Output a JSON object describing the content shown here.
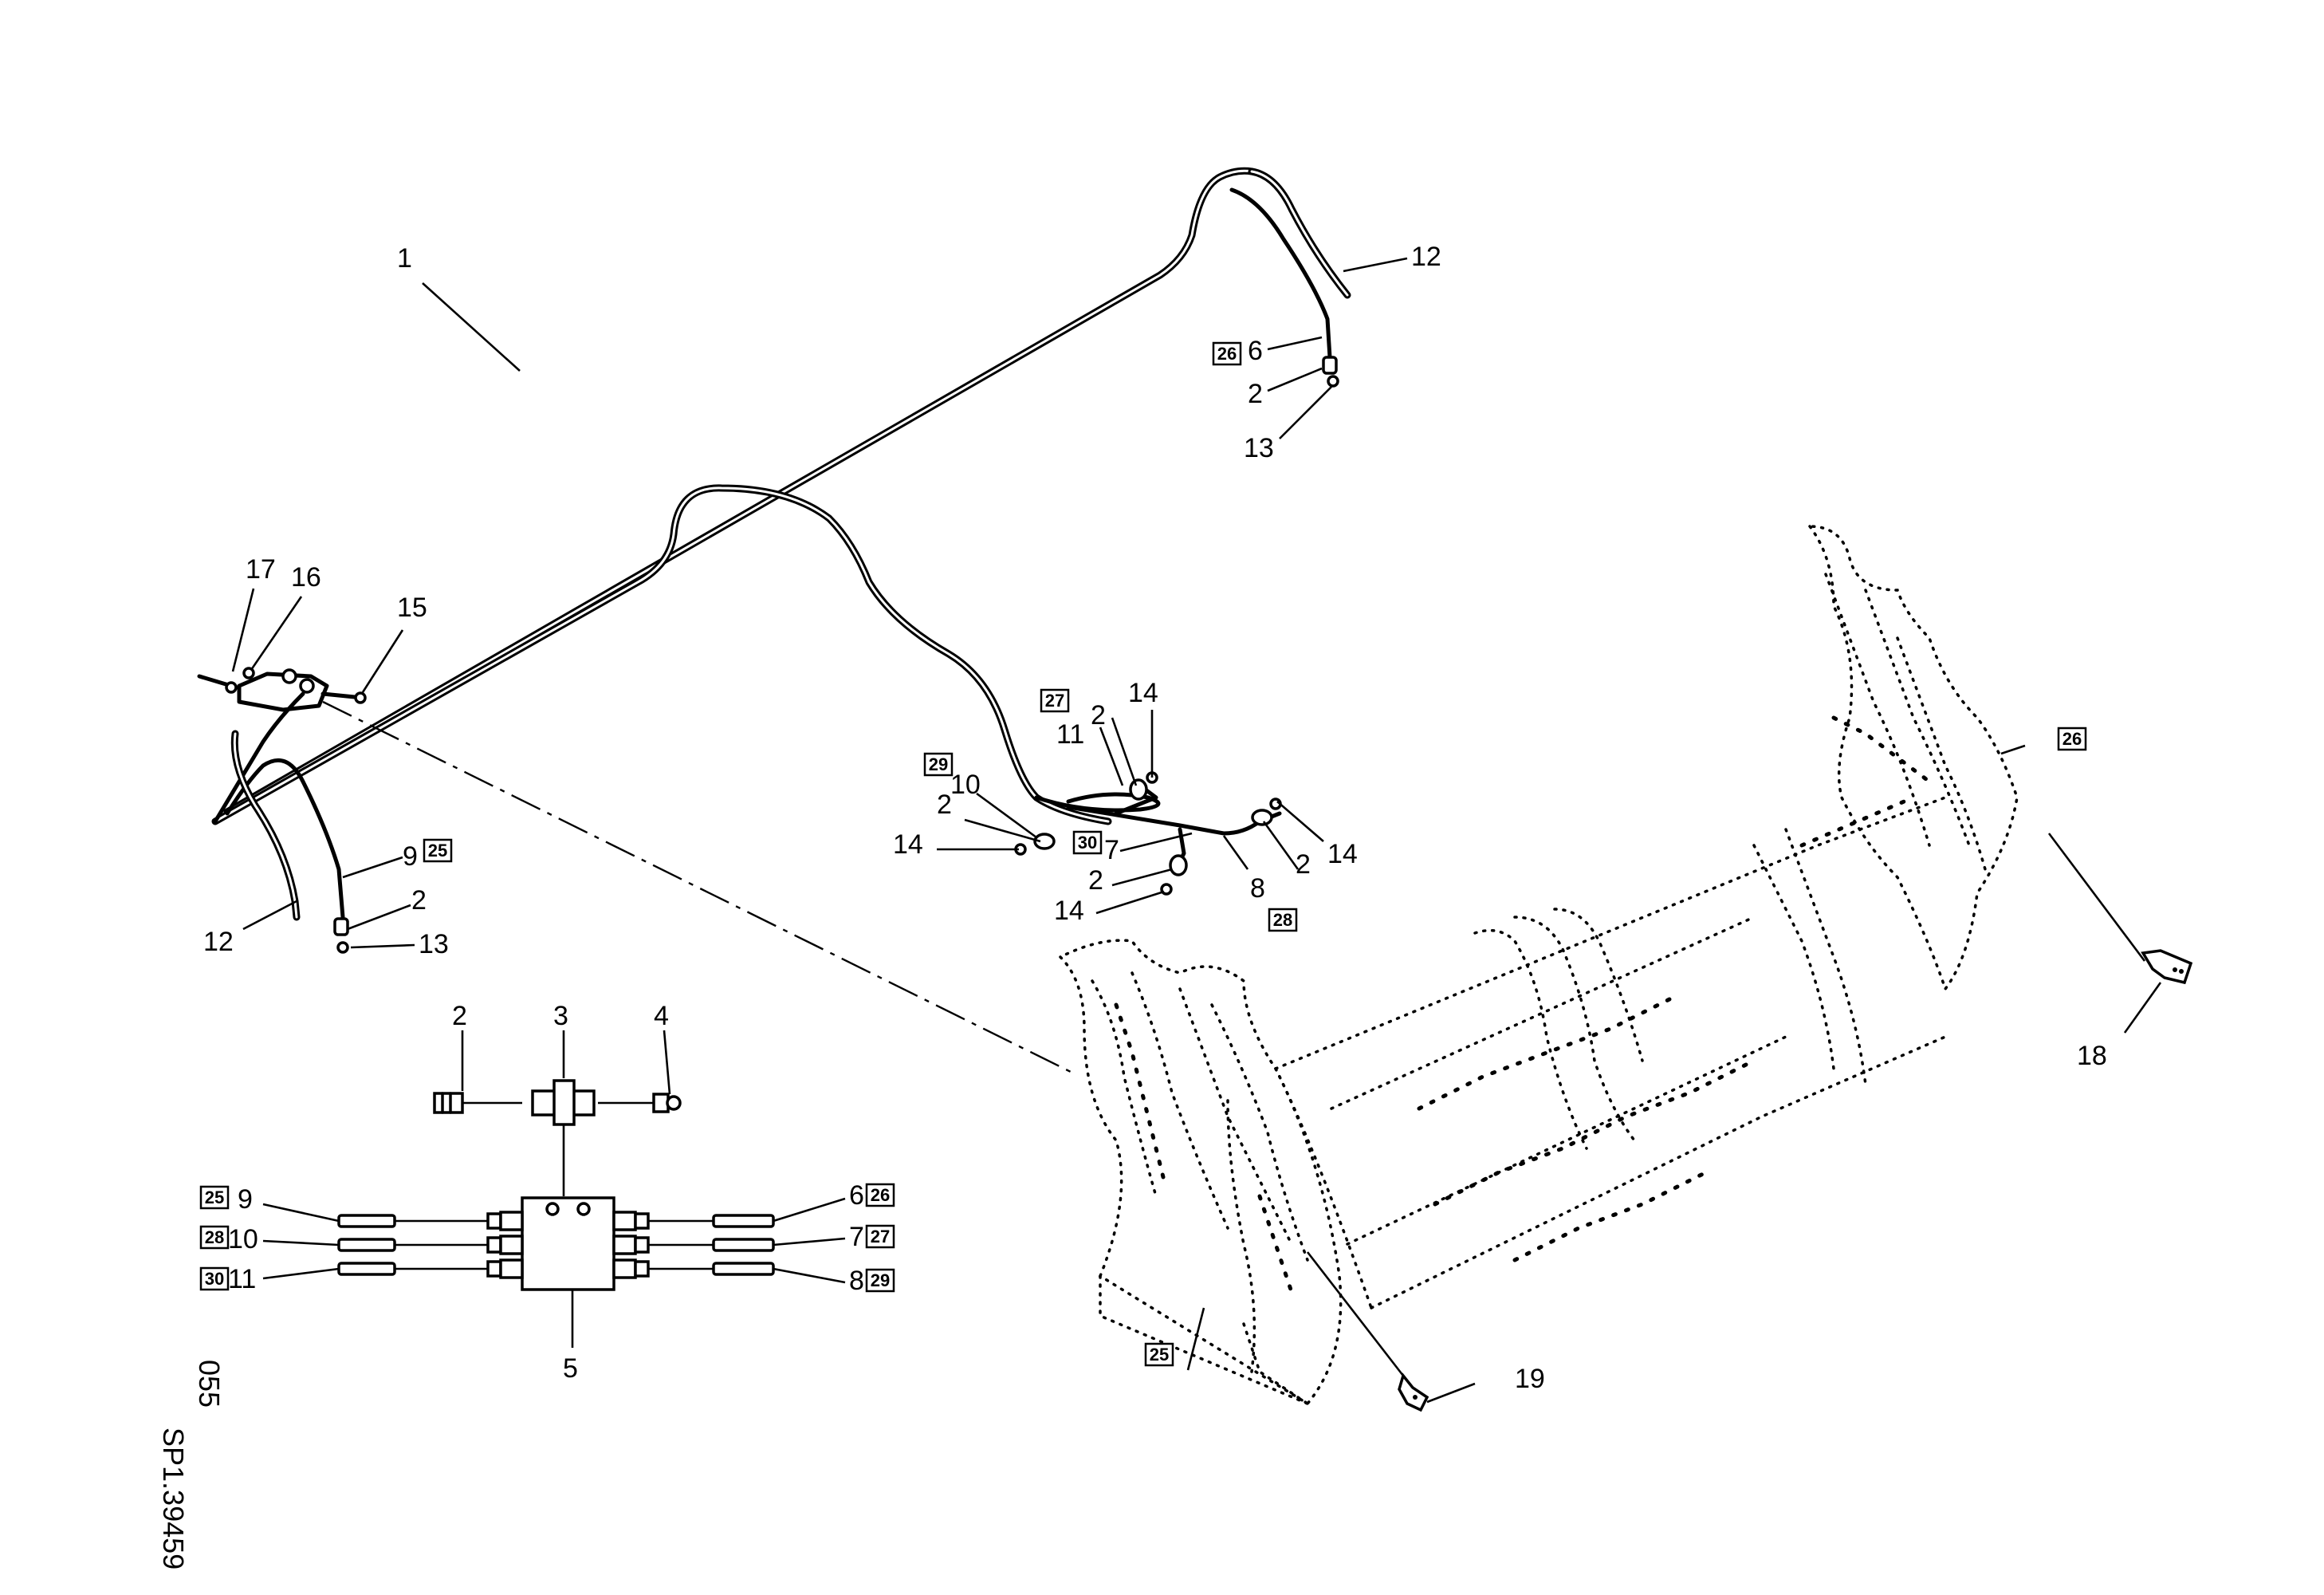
{
  "callouts": {
    "c1": "1",
    "c2": "2",
    "c3": "3",
    "c4": "4",
    "c5": "5",
    "c6": "6",
    "c7": "7",
    "c8": "8",
    "c9": "9",
    "c10": "10",
    "c11": "11",
    "c12": "12",
    "c13": "13",
    "c14": "14",
    "c15": "15",
    "c16": "16",
    "c17": "17",
    "c18": "18",
    "c19": "19"
  },
  "boxed_refs": {
    "b25": "25",
    "b26": "26",
    "b27": "27",
    "b28": "28",
    "b29": "29",
    "b30": "30"
  },
  "drawing_ref": {
    "code": "SP1.39459",
    "suffix": "055"
  }
}
